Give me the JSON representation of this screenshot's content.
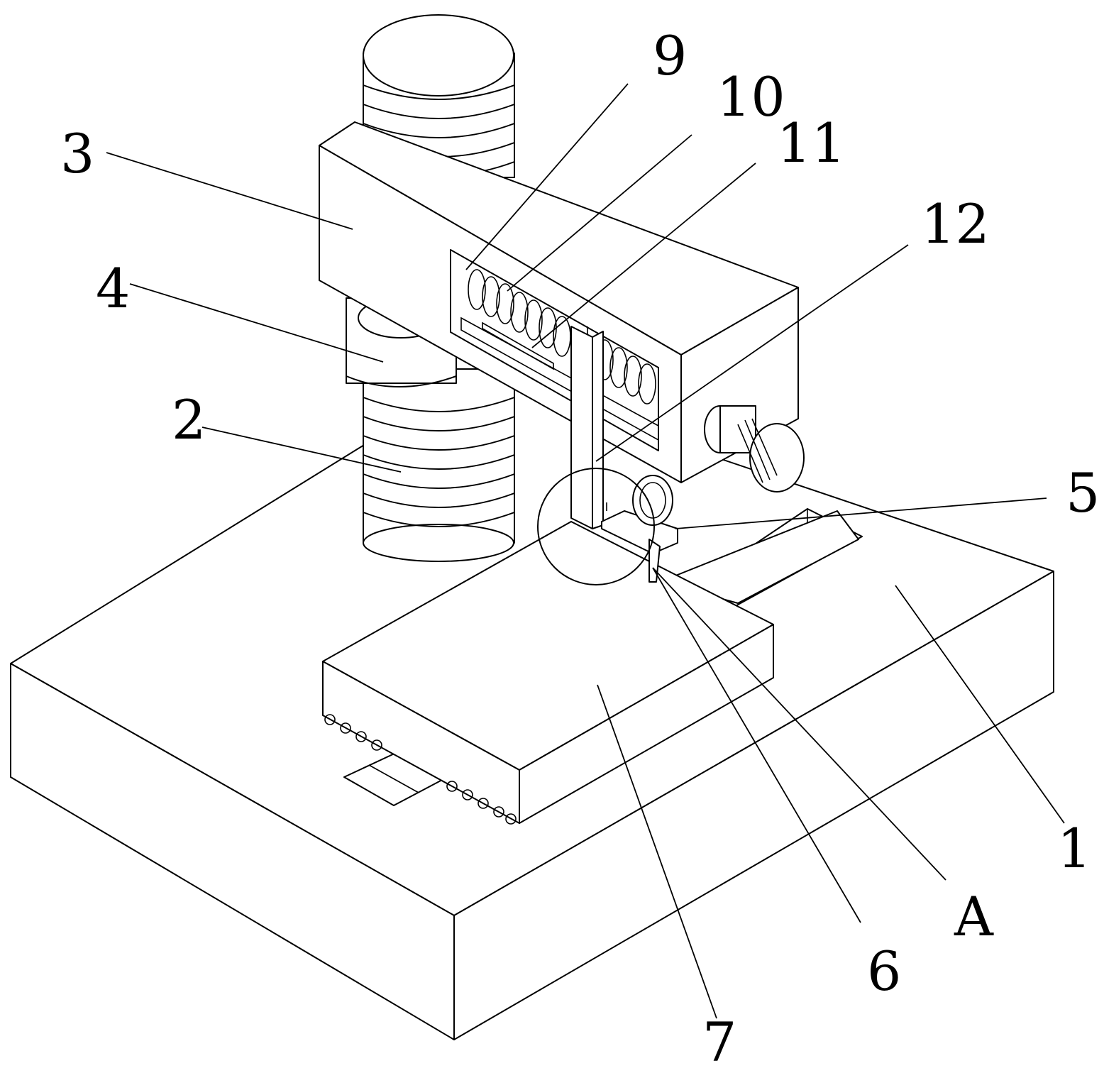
{
  "figure": {
    "description_hidden": false,
    "labels": [
      {
        "id": "1",
        "text": "1"
      },
      {
        "id": "2",
        "text": "2"
      },
      {
        "id": "3",
        "text": "3"
      },
      {
        "id": "4",
        "text": "4"
      },
      {
        "id": "5",
        "text": "5"
      },
      {
        "id": "6",
        "text": "6"
      },
      {
        "id": "7",
        "text": "7"
      },
      {
        "id": "9",
        "text": "9"
      },
      {
        "id": "10",
        "text": "10"
      },
      {
        "id": "11",
        "text": "11"
      },
      {
        "id": "12",
        "text": "12"
      },
      {
        "id": "A",
        "text": "A"
      }
    ]
  },
  "colors": {
    "stroke": "#000000",
    "background": "#ffffff"
  }
}
